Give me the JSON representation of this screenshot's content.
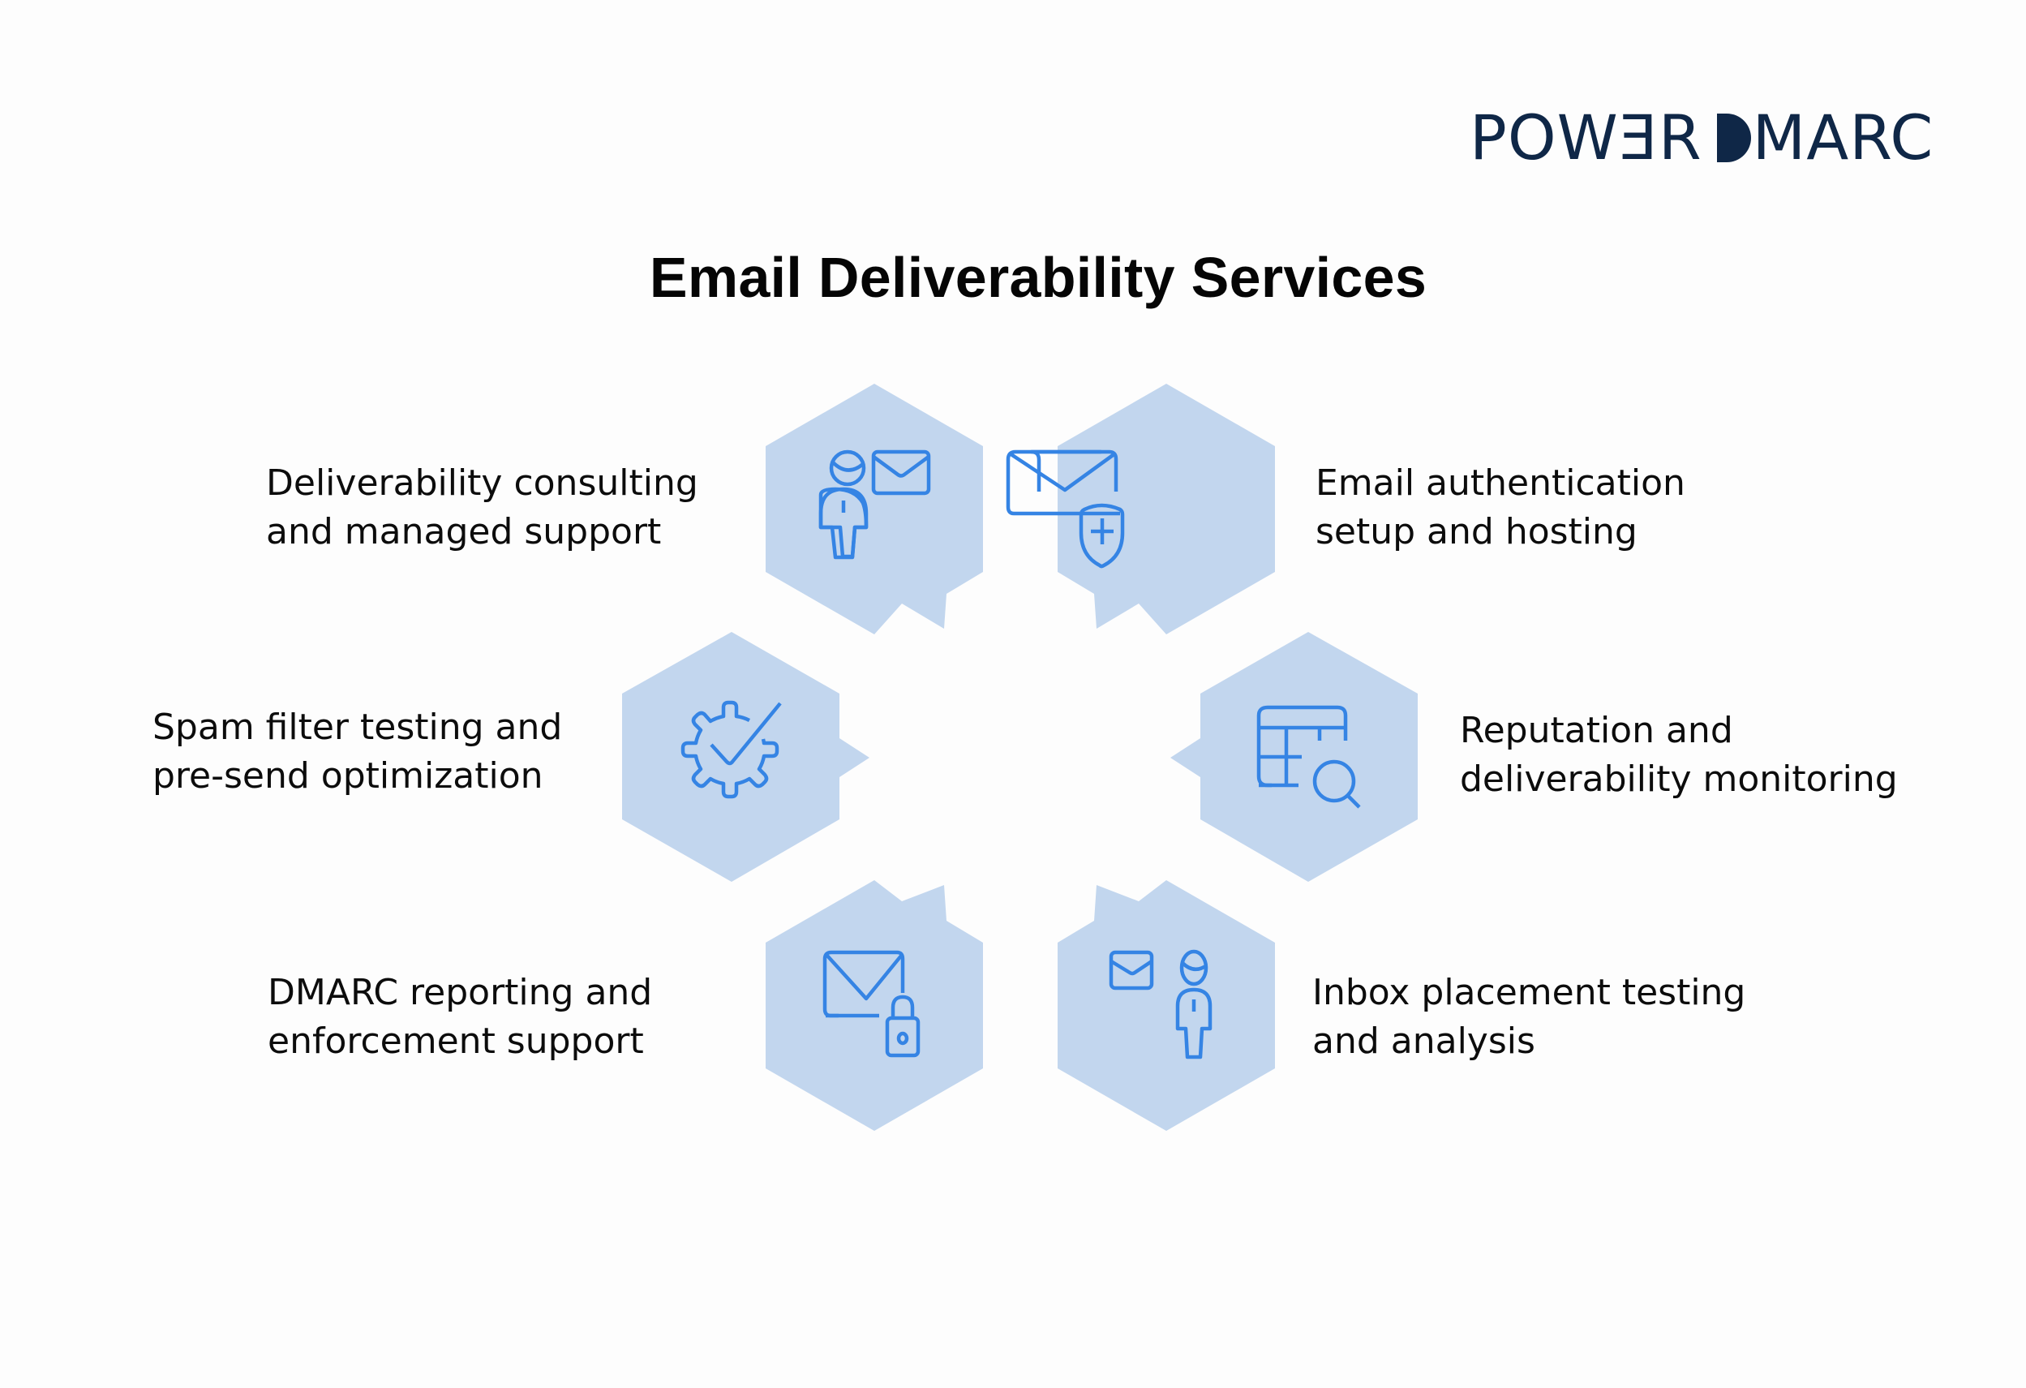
{
  "brand": {
    "logo_part1": "POW",
    "logo_e": "Ǝ",
    "logo_r": "R",
    "logo_part2": "MARC",
    "logo_text": "POWERDMARC",
    "color": "#0f2747"
  },
  "title": "Email Deliverability Services",
  "colors": {
    "hexagon_fill": "#c2d6ee",
    "icon_stroke": "#3584e4",
    "text": "#0c0c0c",
    "background": "#fdfdfd"
  },
  "services": [
    {
      "id": "consulting",
      "line1": "Deliverability consulting",
      "line2": "and managed support",
      "icon": "person-envelope-icon",
      "position": "top-left"
    },
    {
      "id": "authentication",
      "line1": "Email authentication",
      "line2": "setup and hosting",
      "icon": "envelope-shield-icon",
      "position": "top-right"
    },
    {
      "id": "spam-testing",
      "line1": "Spam filter testing and",
      "line2": "pre-send optimization",
      "icon": "gear-check-icon",
      "position": "middle-left"
    },
    {
      "id": "monitoring",
      "line1": "Reputation and",
      "line2": "deliverability monitoring",
      "icon": "table-search-icon",
      "position": "middle-right"
    },
    {
      "id": "dmarc-reporting",
      "line1": "DMARC reporting and",
      "line2": "enforcement support",
      "icon": "envelope-lock-icon",
      "position": "bottom-left"
    },
    {
      "id": "inbox-placement",
      "line1": "Inbox placement testing",
      "line2": "and analysis",
      "icon": "envelope-person-icon",
      "position": "bottom-right"
    }
  ]
}
